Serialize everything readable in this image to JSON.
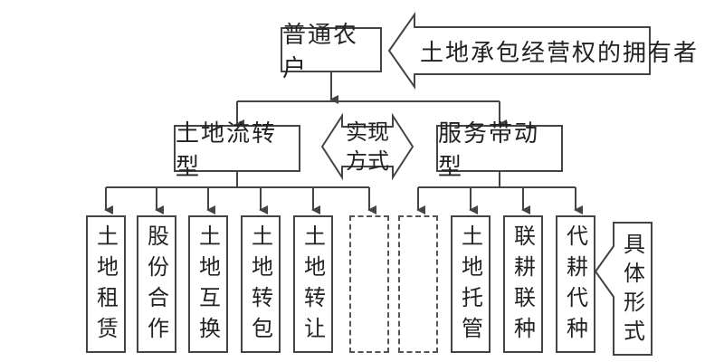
{
  "root": {
    "label": "普通农户"
  },
  "owner_arrow": {
    "label": "土地承包经营权的拥有者"
  },
  "method_tag": {
    "line1": "实现",
    "line2": "方式"
  },
  "branches": [
    {
      "label": "土地流转型"
    },
    {
      "label": "服务带动型"
    }
  ],
  "forms": [
    {
      "label": "土地租赁"
    },
    {
      "label": "股份合作"
    },
    {
      "label": "土地互换"
    },
    {
      "label": "土地转包"
    },
    {
      "label": "土地转让"
    },
    {
      "label": ""
    },
    {
      "label": ""
    },
    {
      "label": "土地托管"
    },
    {
      "label": "联耕联种"
    },
    {
      "label": "代耕代种"
    }
  ],
  "specific_forms_arrow": {
    "label": "具体形式"
  }
}
